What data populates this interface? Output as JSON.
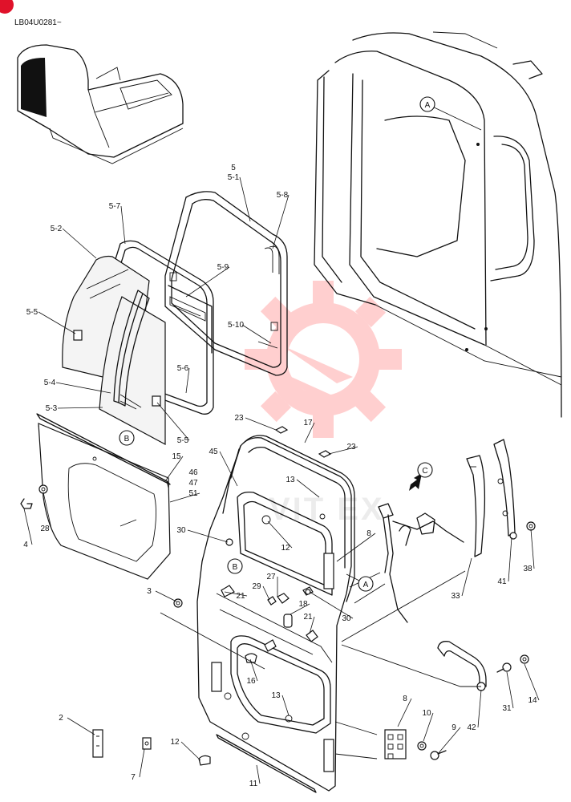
{
  "drawing_code": "LB04U0281~",
  "watermark_text": "VIT EX",
  "colors": {
    "line": "#111111",
    "watermark": "#ff2a2a",
    "badge": "#e0122a"
  },
  "section_marks": [
    "A",
    "A",
    "B",
    "B",
    "C"
  ],
  "part_labels": [
    "5",
    "5-1",
    "5-8",
    "5-7",
    "5-2",
    "5-9",
    "5-5",
    "5-10",
    "5-6",
    "5-4",
    "5-3",
    "5-5",
    "23",
    "17",
    "23",
    "15",
    "46",
    "47",
    "51",
    "45",
    "13",
    "28",
    "4",
    "30",
    "12",
    "8",
    "3",
    "27",
    "29",
    "21",
    "18",
    "21",
    "30",
    "33",
    "41",
    "38",
    "16",
    "13",
    "31",
    "14",
    "42",
    "2",
    "12",
    "7",
    "11",
    "8",
    "10",
    "9"
  ]
}
